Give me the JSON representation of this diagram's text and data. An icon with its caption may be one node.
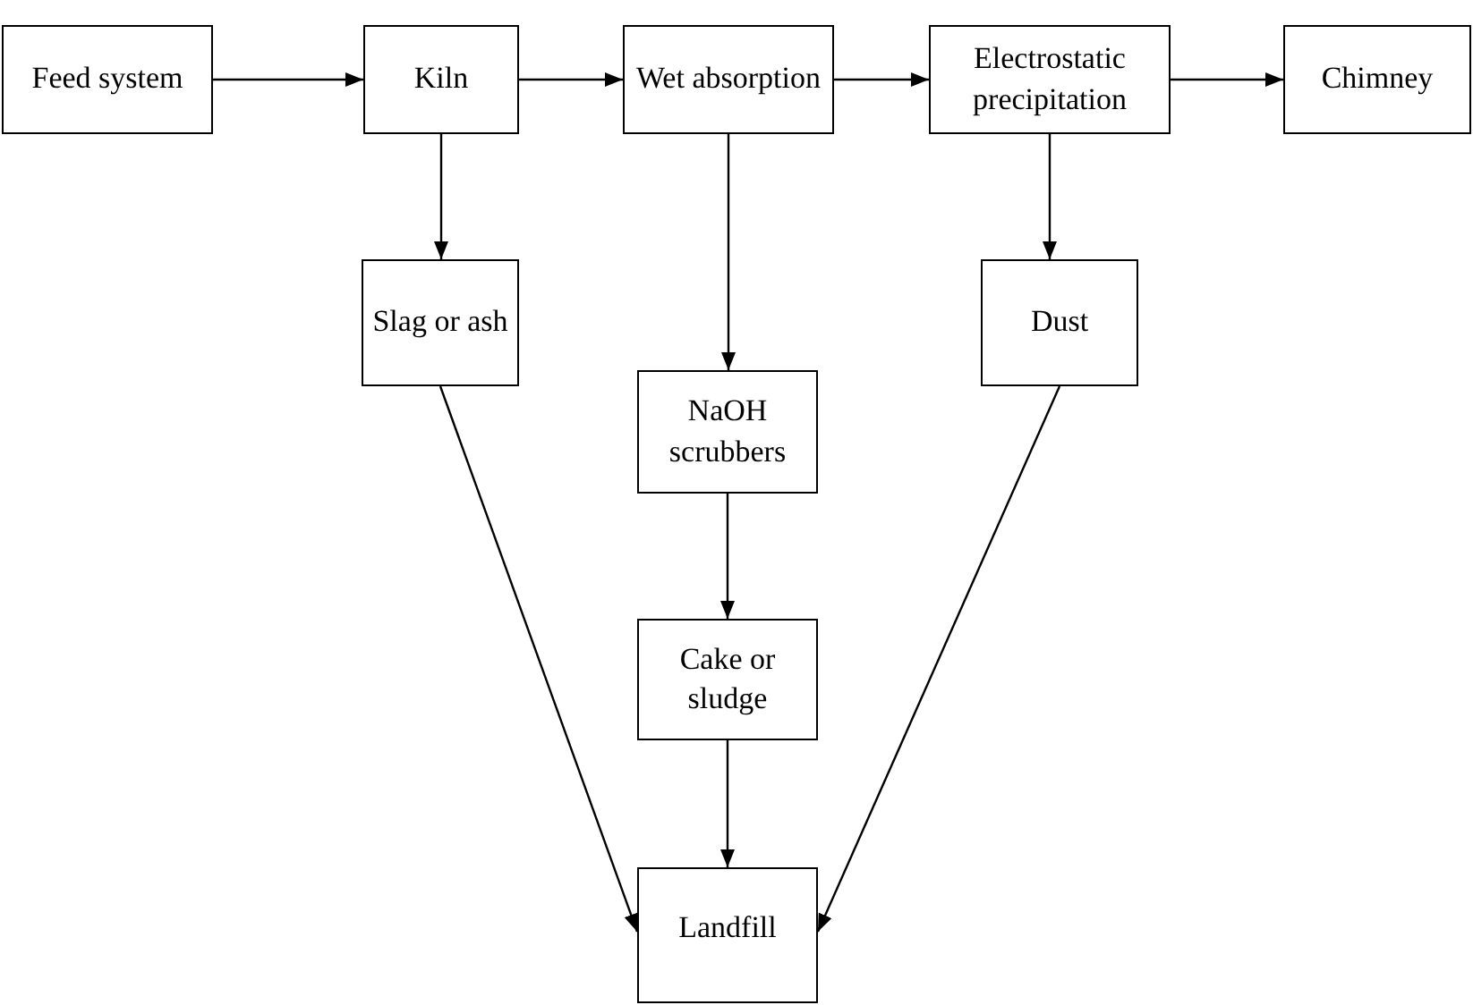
{
  "diagram": {
    "nodes": [
      {
        "text": [
          "Feed system"
        ]
      },
      {
        "text": [
          "Kiln"
        ]
      },
      {
        "text": [
          "Wet absorption"
        ]
      },
      {
        "text": [
          "Electrostatic precipitation"
        ]
      },
      {
        "text": [
          "Chimney"
        ]
      },
      {
        "text": [
          "Slag or ash"
        ]
      },
      {
        "text": [
          "NaOH scrubbers"
        ]
      },
      {
        "text": [
          "Dust"
        ]
      },
      {
        "text": [
          "Cake or sludge"
        ]
      },
      {
        "text": [
          "Landfill"
        ]
      }
    ],
    "edges": [
      {
        "from": 0,
        "to": 1,
        "arrow": "to"
      },
      {
        "from": 1,
        "to": 2,
        "arrow": "to"
      },
      {
        "from": 2,
        "to": 3,
        "arrow": "to"
      },
      {
        "from": 3,
        "to": 4,
        "arrow": "to"
      },
      {
        "from": 1,
        "to": 5,
        "arrow": "to"
      },
      {
        "from": 2,
        "to": 6,
        "arrow": "to"
      },
      {
        "from": 3,
        "to": 7,
        "arrow": "to"
      },
      {
        "from": 6,
        "to": 8,
        "arrow": "to"
      },
      {
        "from": 5,
        "to": 9,
        "arrow": "to"
      },
      {
        "from": 8,
        "to": 9,
        "arrow": "to"
      },
      {
        "from": 7,
        "to": 9,
        "arrow": "to"
      }
    ]
  }
}
